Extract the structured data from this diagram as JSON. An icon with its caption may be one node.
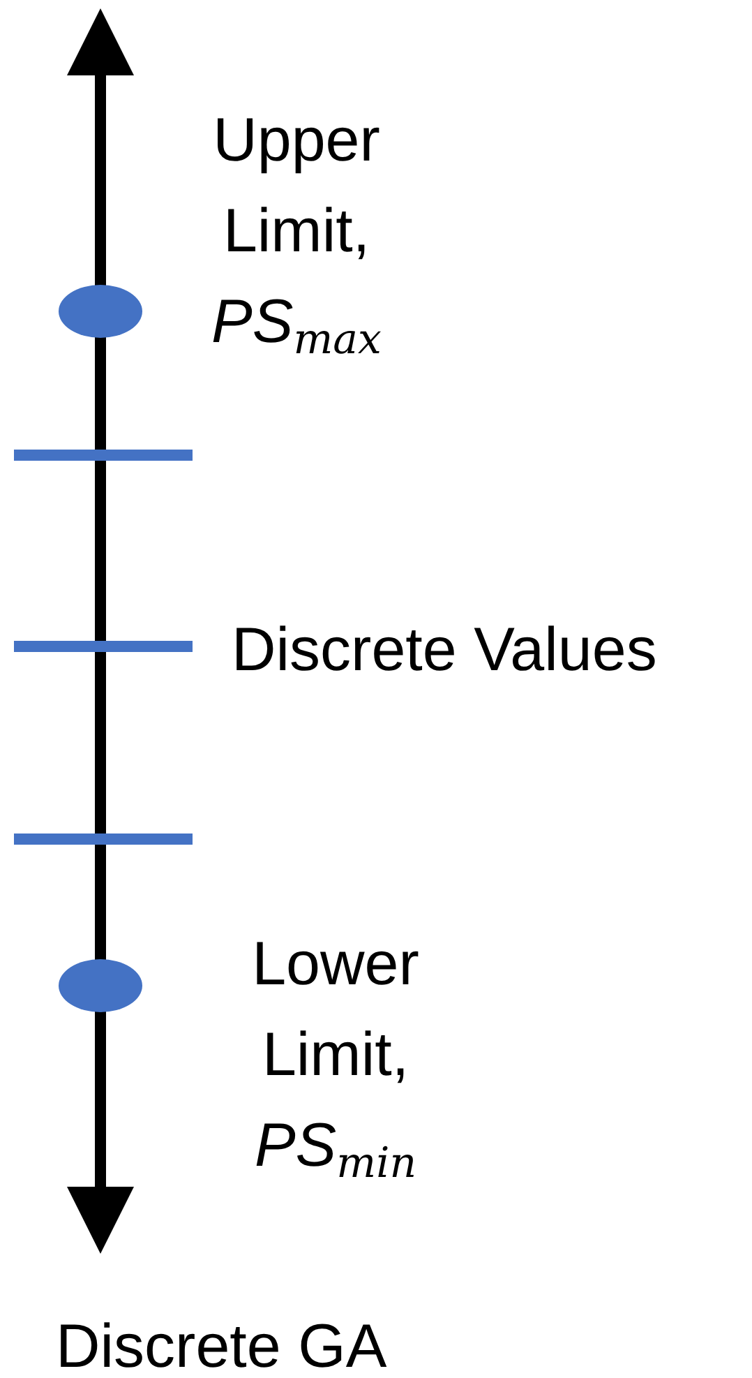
{
  "diagram": {
    "labels": [
      "Upper Limit, *PS*$_{max}$",
      "Discrete Values",
      "Lower Limit, *PS*$_{min}$",
      "Discrete GA"
    ]
  }
}
